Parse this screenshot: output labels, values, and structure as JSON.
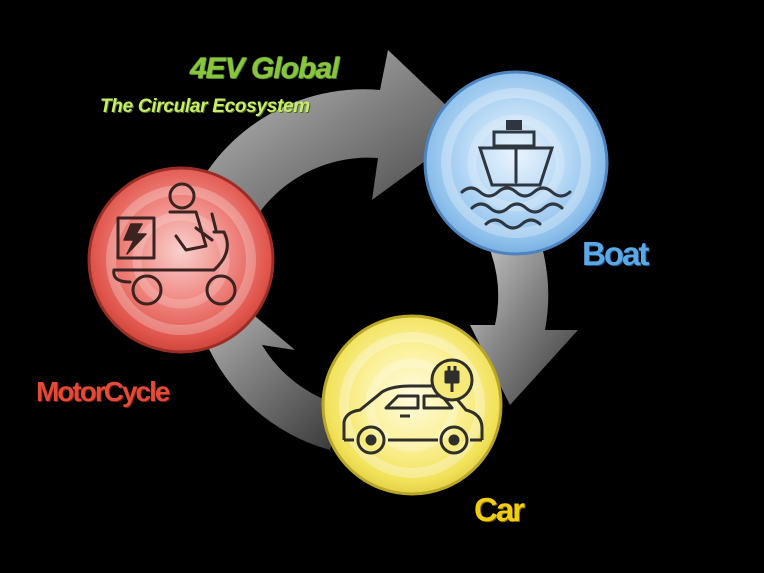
{
  "diagram": {
    "title": "4EV Global",
    "subtitle": "The Circular Ecosystem"
  },
  "nodes": {
    "boat": {
      "label": "Boat",
      "icon": "ship-icon",
      "color": "#5aa9e6"
    },
    "car": {
      "label": "Car",
      "icon": "electric-car-icon",
      "color": "#f1cd12"
    },
    "motorcycle": {
      "label": "MotorCycle",
      "icon": "delivery-scooter-icon",
      "color": "#e34a38"
    }
  },
  "cycle": {
    "arrow_icon": "circular-arrows-icon",
    "direction": "clockwise"
  }
}
